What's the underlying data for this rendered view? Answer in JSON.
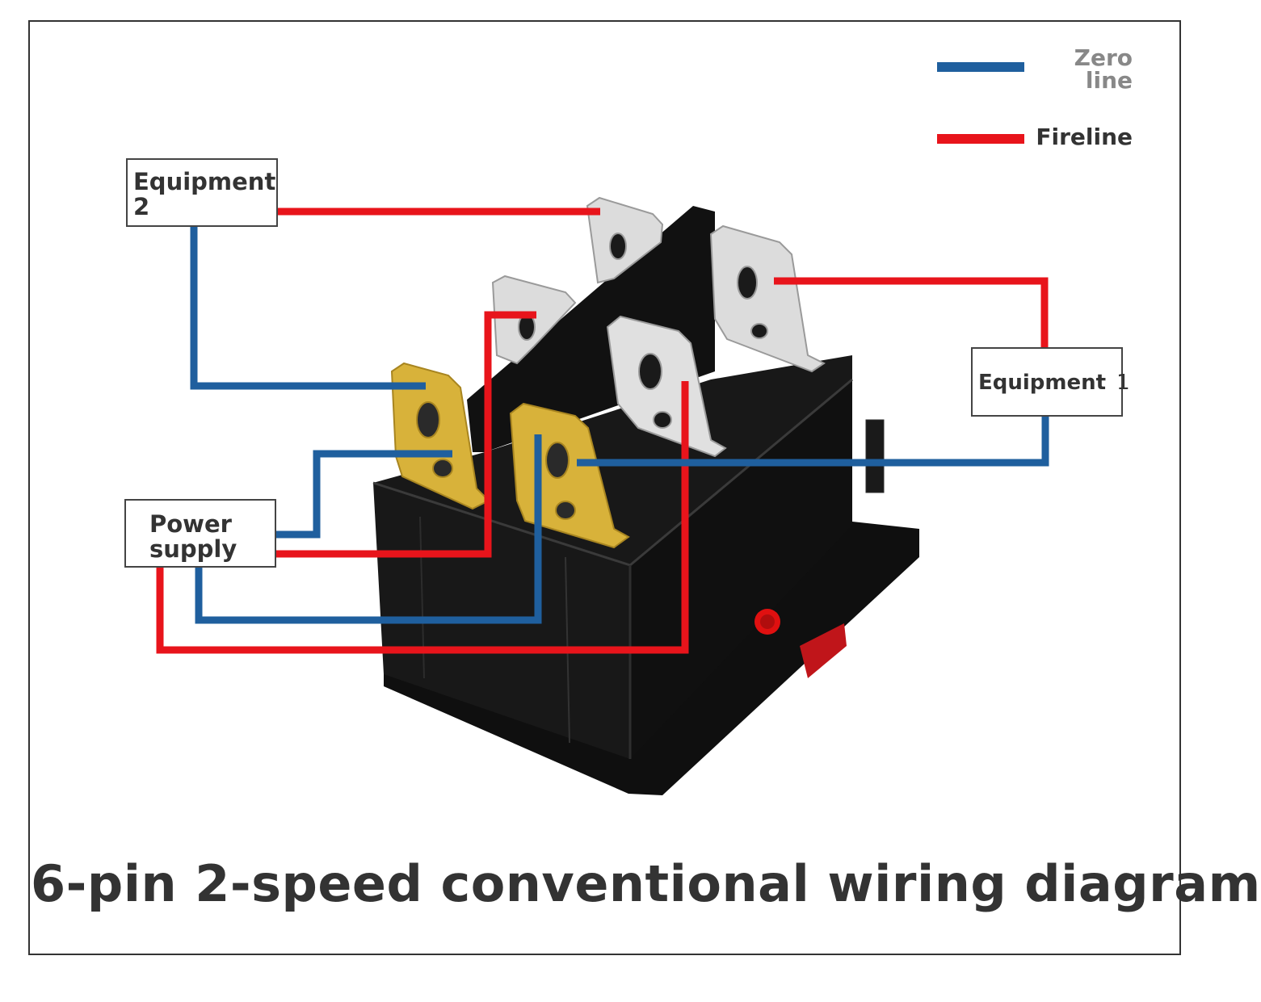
{
  "legend": {
    "zero_line": {
      "label_line1": "Zero",
      "label_line2": "line",
      "color": "#1f5f9e"
    },
    "fire_line": {
      "label": "Fireline",
      "color": "#e8141b"
    }
  },
  "boxes": {
    "equipment2": {
      "line1": "Equipment",
      "line2": "2"
    },
    "equipment1": {
      "line1": "Equipment",
      "line2": "1"
    },
    "power_supply": {
      "line1": "Power",
      "line2": "supply"
    }
  },
  "switch": {
    "body_color": "#141414",
    "terminal_gold": "#d8b23a",
    "terminal_silver": "#d9d9d9",
    "indicator_color": "#e01010"
  },
  "title": "6-pin 2-speed conventional wiring diagram"
}
